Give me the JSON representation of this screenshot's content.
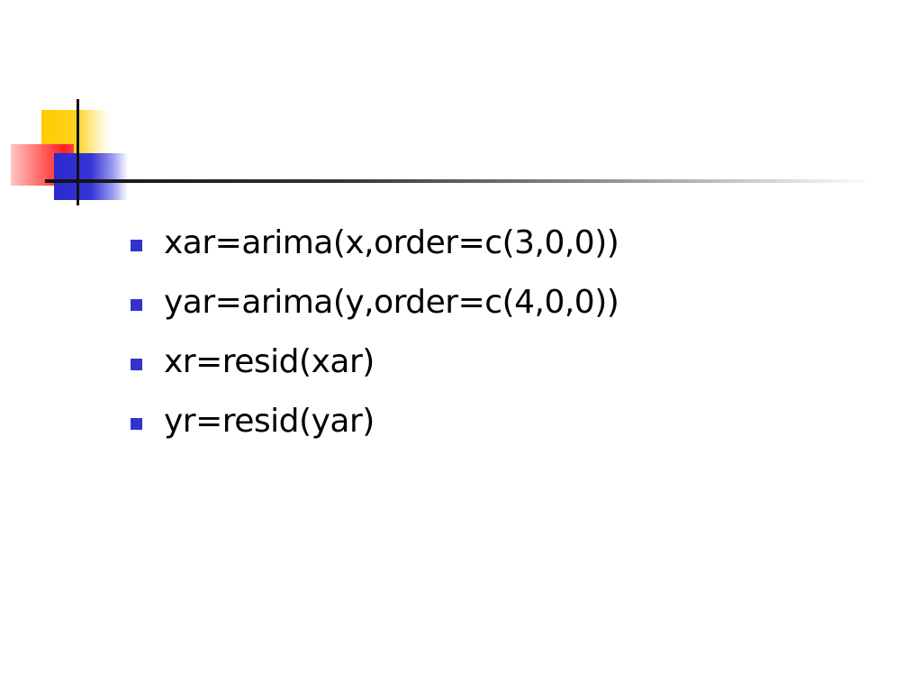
{
  "slide": {
    "bullets": [
      {
        "text": "xar=arima(x,order=c(3,0,0))"
      },
      {
        "text": "yar=arima(y,order=c(4,0,0))"
      },
      {
        "text": "xr=resid(xar)"
      },
      {
        "text": "yr=resid(yar)"
      }
    ]
  },
  "colors": {
    "bullet": "#3333cc",
    "accent_yellow": "#ffcc00",
    "accent_red": "#ff3333",
    "accent_blue": "#3333cc",
    "rule": "#111111"
  }
}
